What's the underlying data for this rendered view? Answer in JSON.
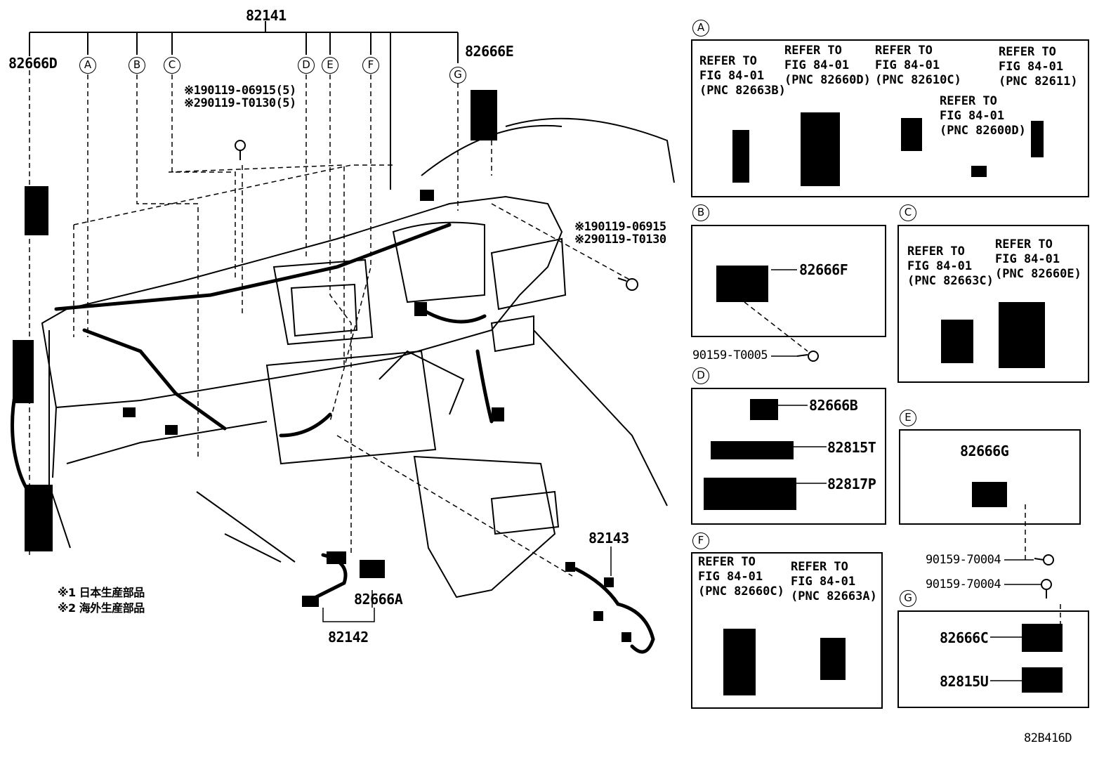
{
  "diagram": {
    "main_part": "82141",
    "callouts": [
      "A",
      "B",
      "C",
      "D",
      "E",
      "F",
      "G"
    ],
    "parts": {
      "p82666D": "82666D",
      "p82666E": "82666E",
      "p82143": "82143",
      "p82666A": "82666A",
      "p82142": "82142"
    },
    "bolt_top": [
      "※190119-06915(5)",
      "※290119-T0130(5)"
    ],
    "bolt_right": [
      "※190119-06915",
      "※290119-T0130"
    ],
    "notes": [
      "※1 日本生産部品",
      "※2 海外生産部品"
    ],
    "figure_code": "82B416D"
  },
  "panels": {
    "A": {
      "letter": "A",
      "refs": [
        "REFER TO\nFIG 84-01\n(PNC 82663B)",
        "REFER TO\nFIG 84-01\n(PNC 82660D)",
        "REFER TO\nFIG 84-01\n(PNC 82610C)",
        "REFER TO\nFIG 84-01\n(PNC 82600D)",
        "REFER TO\nFIG 84-01\n(PNC 82611)"
      ]
    },
    "B": {
      "letter": "B",
      "part": "82666F",
      "bolt": "90159-T0005"
    },
    "C": {
      "letter": "C",
      "refs": [
        "REFER TO\nFIG 84-01\n(PNC 82663C)",
        "REFER TO\nFIG 84-01\n(PNC 82660E)"
      ]
    },
    "D": {
      "letter": "D",
      "parts": [
        "82666B",
        "82815T",
        "82817P"
      ]
    },
    "E": {
      "letter": "E",
      "part": "82666G",
      "bolt": "90159-70004"
    },
    "F": {
      "letter": "F",
      "refs": [
        "REFER TO\nFIG 84-01\n(PNC 82660C)",
        "REFER TO\nFIG 84-01\n(PNC 82663A)"
      ]
    },
    "G": {
      "letter": "G",
      "bolt": "90159-70004",
      "parts": [
        "82666C",
        "82815U"
      ]
    }
  }
}
